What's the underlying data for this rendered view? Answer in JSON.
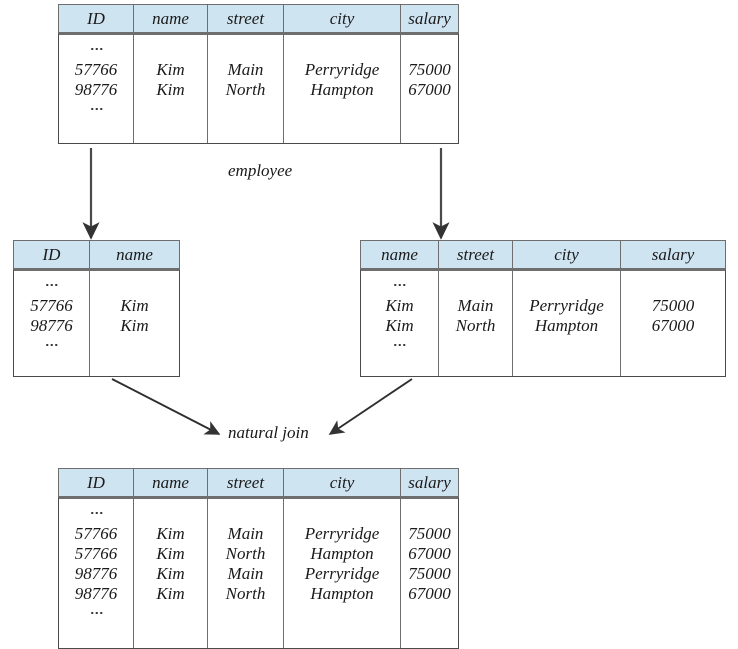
{
  "figure": {
    "title": "lossy-decomposition-natural-join",
    "header_fill": "#cfe4f1",
    "border_color": "#6e6e6e",
    "ellipsis_glyph": "⋮"
  },
  "employee_table": {
    "name": "employee",
    "columns": [
      "ID",
      "name",
      "street",
      "city",
      "salary"
    ],
    "rows": [
      [
        "57766",
        "Kim",
        "Main",
        "Perryridge",
        "75000"
      ],
      [
        "98776",
        "Kim",
        "North",
        "Hampton",
        "67000"
      ]
    ],
    "leading_ellipsis": true,
    "trailing_ellipsis": true,
    "ellipsis_column": "ID"
  },
  "left_projection": {
    "columns": [
      "ID",
      "name"
    ],
    "rows": [
      [
        "57766",
        "Kim"
      ],
      [
        "98776",
        "Kim"
      ]
    ],
    "leading_ellipsis": true,
    "trailing_ellipsis": true,
    "ellipsis_column": "ID"
  },
  "right_projection": {
    "columns": [
      "name",
      "street",
      "city",
      "salary"
    ],
    "rows": [
      [
        "Kim",
        "Main",
        "Perryridge",
        "75000"
      ],
      [
        "Kim",
        "North",
        "Hampton",
        "67000"
      ]
    ],
    "leading_ellipsis": true,
    "trailing_ellipsis": true,
    "ellipsis_column": "name"
  },
  "join_label": "natural join",
  "result_table": {
    "columns": [
      "ID",
      "name",
      "street",
      "city",
      "salary"
    ],
    "rows": [
      [
        "57766",
        "Kim",
        "Main",
        "Perryridge",
        "75000"
      ],
      [
        "57766",
        "Kim",
        "North",
        "Hampton",
        "67000"
      ],
      [
        "98776",
        "Kim",
        "Main",
        "Perryridge",
        "75000"
      ],
      [
        "98776",
        "Kim",
        "North",
        "Hampton",
        "67000"
      ]
    ],
    "leading_ellipsis": true,
    "trailing_ellipsis": true,
    "ellipsis_column": "ID"
  }
}
